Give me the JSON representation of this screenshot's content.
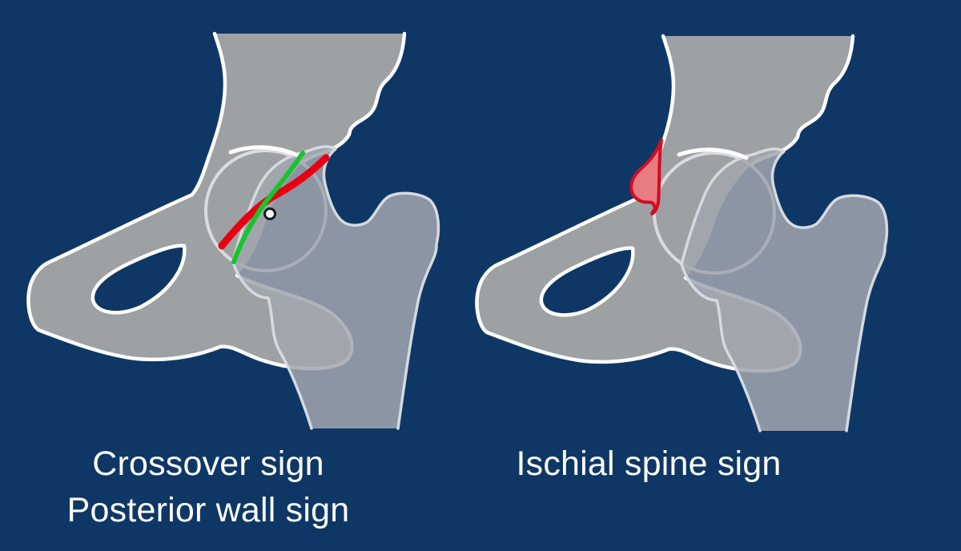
{
  "labels": {
    "left_line1": "Crossover sign",
    "left_line2": "Posterior wall sign",
    "right_line1": "Ischial spine sign"
  },
  "colors": {
    "background": "#0e3765",
    "bone_gray": "#9ea1a4",
    "bone_outline": "#ffffff",
    "femur_fill": "rgba(161,166,175,0.85)",
    "femur_outline": "#d5dae0",
    "acetabulum_outline": "#d9dde1",
    "crossover_red": "#e60012",
    "crossover_green": "#17c42d",
    "spine_fill": "#e87c84",
    "spine_outline": "#d40b23",
    "dot_fill": "#ffffff",
    "dot_outline": "#1a1a1a",
    "label_text": "#ffffff"
  },
  "icons": {
    "left_figure": "hip-xray-crossover-illustration",
    "right_figure": "hip-xray-ischial-spine-illustration"
  }
}
